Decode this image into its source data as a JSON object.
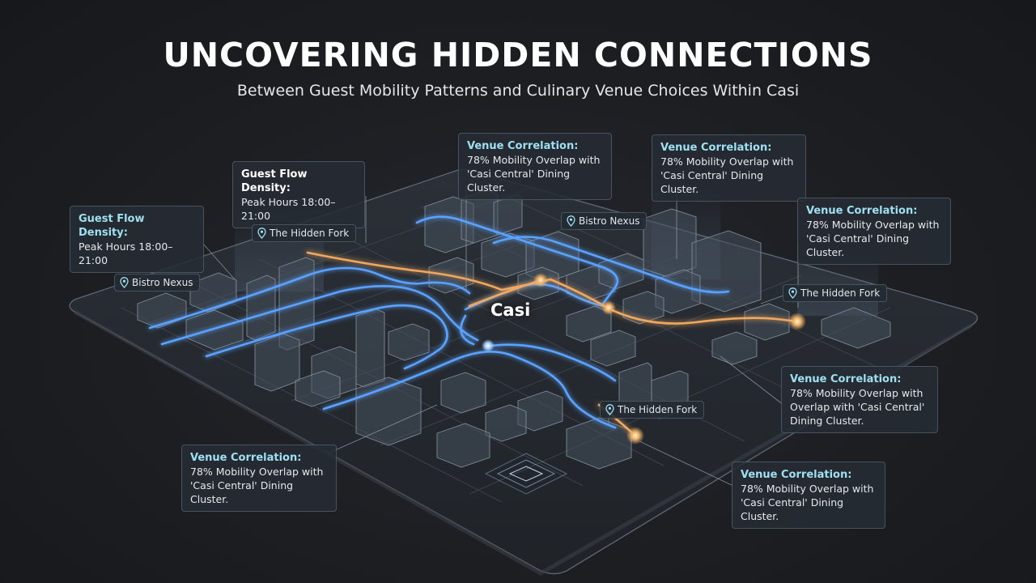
{
  "title": "UNCOVERING HIDDEN CONNECTIONS",
  "subtitle": "Between Guest Mobility Patterns and Culinary Venue Choices Within Casi",
  "center_label": "Casi",
  "callouts": [
    {
      "heading": "Venue Correlation:",
      "body": "78% Mobility Overlap with\n'Casi Central' Dining Cluster."
    },
    {
      "heading": "Venue Correlation:",
      "body": "78% Mobility Overlap with\n'Casi Central' Dining Cluster."
    },
    {
      "heading": "Venue Correlation:",
      "body": "78% Mobility Overlap with\n'Casi Central' Dining Cluster."
    },
    {
      "heading": "Guest Flow Density:",
      "body": "Peak Hours 18:00–21:00"
    },
    {
      "heading": "Guest Flow Density:",
      "body": "Peak Hours 18:00–21:00"
    },
    {
      "heading": "Venue Correlation:",
      "body": "78% Mobility Overlap with\nOverlap with 'Casi Central'\nDining Cluster."
    },
    {
      "heading": "Venue Correlation:",
      "body": "78% Mobility Overlap with\n'Casi Central' Dining Cluster."
    },
    {
      "heading": "Venue Correlation:",
      "body": "78% Mobility Overlap with\n'Casi Central' Dining Cluster."
    }
  ],
  "pins": [
    {
      "label": "The Hidden Fork",
      "icon": "map-pin-icon"
    },
    {
      "label": "Bistro Nexus",
      "icon": "map-pin-icon"
    },
    {
      "label": "Bistro Nexus",
      "icon": "map-pin-icon"
    },
    {
      "label": "The Hidden Fork",
      "icon": "map-pin-icon"
    },
    {
      "label": "The Hidden Fork",
      "icon": "map-pin-icon"
    }
  ],
  "colors": {
    "background": "#1b1d21",
    "route_blue": "#5aa2ff",
    "route_orange": "#f0a860",
    "callout_heading": "#9ee0f2"
  }
}
